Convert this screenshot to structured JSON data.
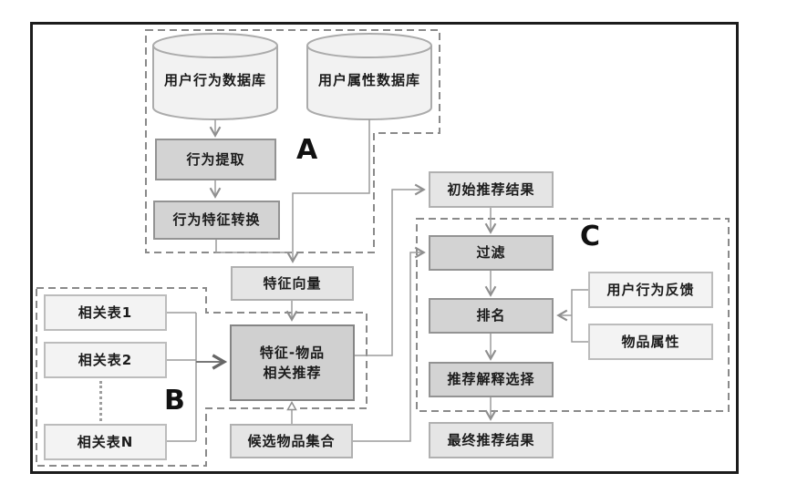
{
  "figure": {
    "section_labels": {
      "a": "A",
      "b": "B",
      "c": "C"
    },
    "nodes": {
      "user_behavior_db": "用户行为数据库",
      "user_attribute_db": "用户属性数据库",
      "behavior_extraction": "行为提取",
      "behavior_feature_conversion": "行为特征转换",
      "feature_vector": "特征向量",
      "feature_item_recommendation": "特征-物品\n相关推荐",
      "related_table_1": "相关表1",
      "related_table_2": "相关表2",
      "related_table_n": "相关表N",
      "candidate_item_set": "候选物品集合",
      "initial_recommendation_result": "初始推荐结果",
      "filter": "过滤",
      "ranking": "排名",
      "recommendation_explanation_selection": "推荐解释选择",
      "final_recommendation_result": "最终推荐结果",
      "user_behavior_feedback": "用户行为反馈",
      "item_attribute": "物品属性"
    }
  }
}
